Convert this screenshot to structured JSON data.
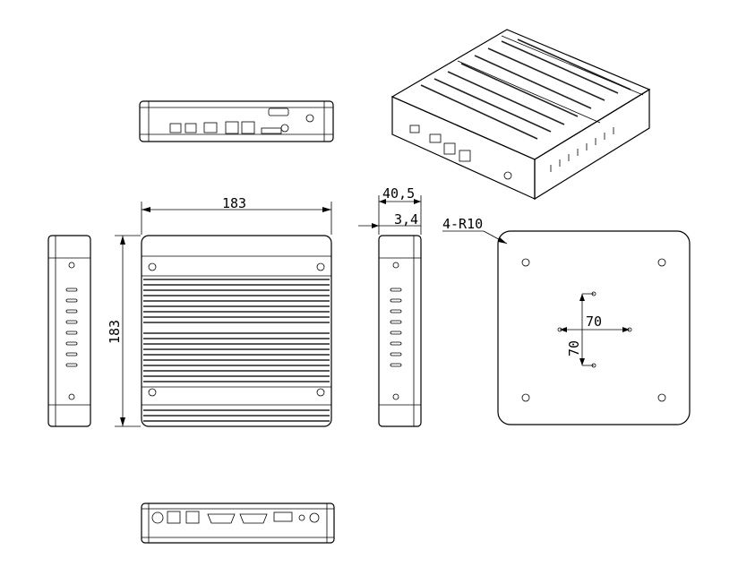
{
  "drawing": {
    "top_view": {
      "width_label": "183",
      "height_label": "183"
    },
    "side_view": {
      "depth_label": "40,5",
      "offset_label": "3,4"
    },
    "mount_plate": {
      "radius_label": "4-R10",
      "h_spacing_label": "70",
      "v_spacing_label": "70"
    },
    "colors": {
      "line": "#000000",
      "fin": "#222222",
      "background": "#ffffff"
    }
  }
}
